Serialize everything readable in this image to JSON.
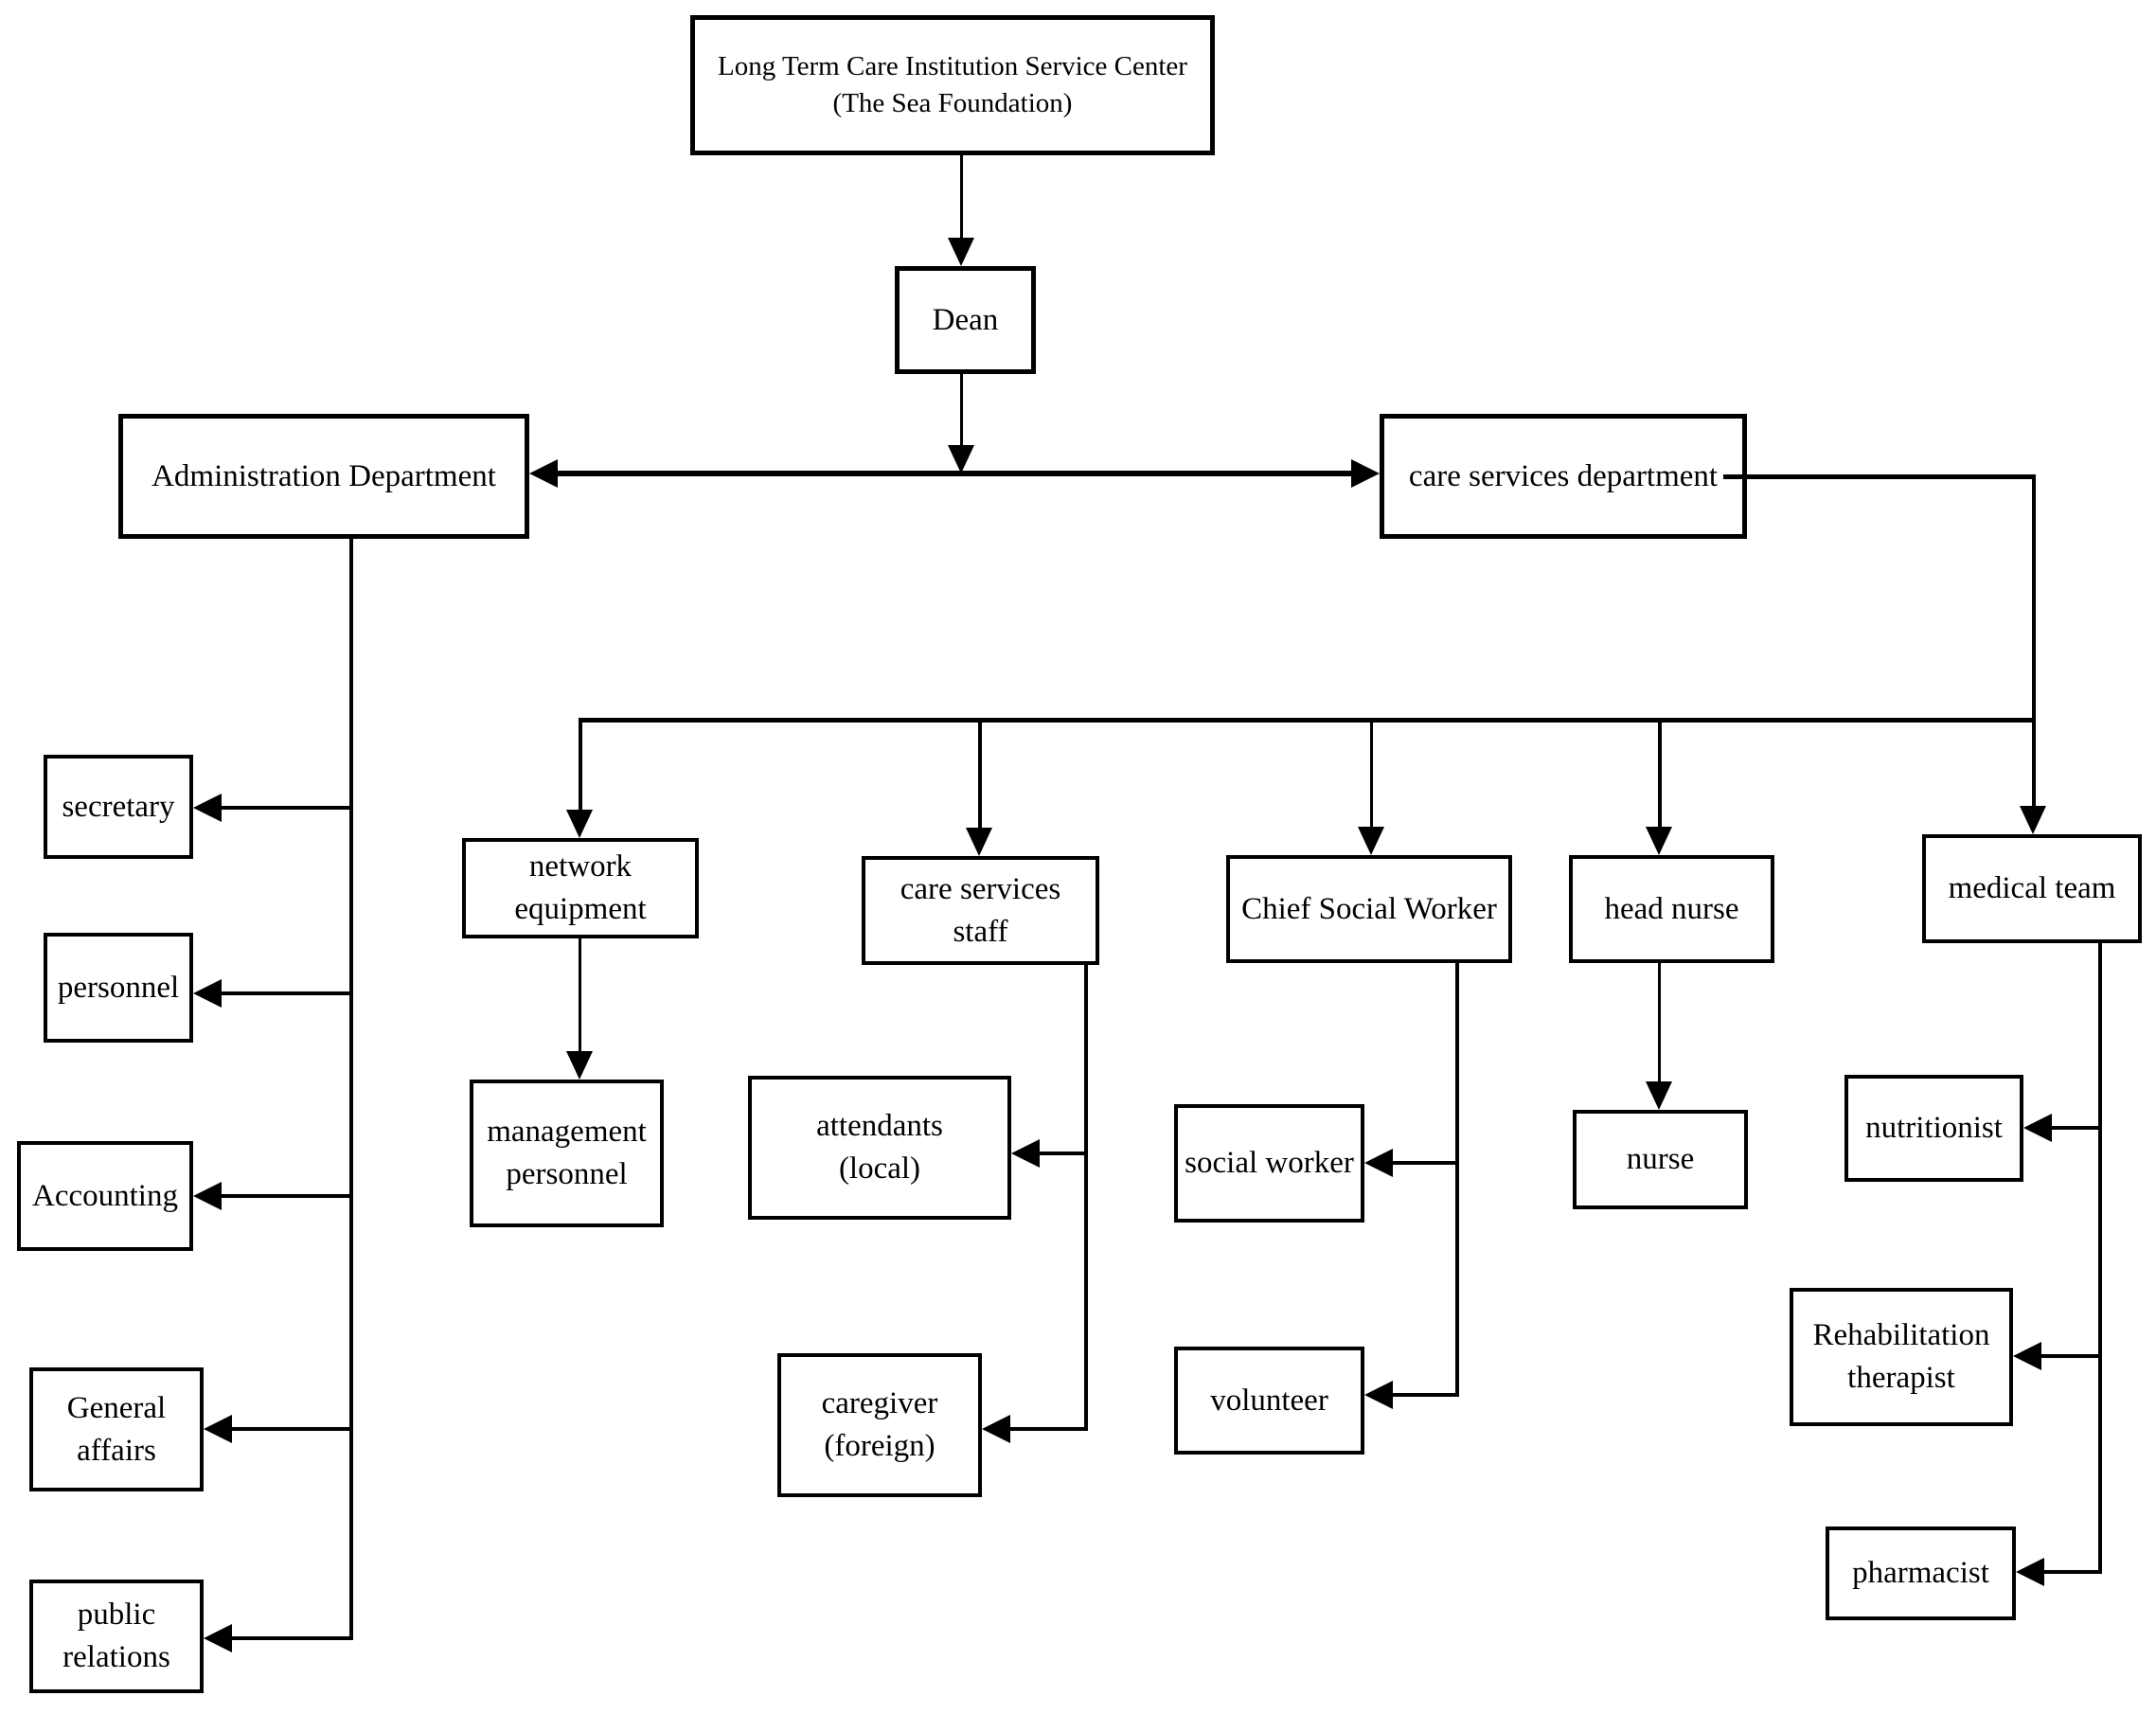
{
  "diagram": {
    "type": "org-chart",
    "colors": {
      "line": "#000000",
      "background": "#ffffff",
      "box_fill": "#ffffff",
      "text": "#000000"
    },
    "nodes": {
      "root": {
        "lines": [
          "Long Term Care Institution Service Center",
          "(The Sea Foundation)"
        ]
      },
      "dean": {
        "label": "Dean"
      },
      "admin": {
        "label": "Administration Department"
      },
      "care_dept": {
        "label": "care services department"
      },
      "secretary": {
        "label": "secretary"
      },
      "personnel": {
        "label": "personnel"
      },
      "accounting": {
        "label": "Accounting"
      },
      "general_affairs": {
        "lines": [
          "General",
          "affairs"
        ]
      },
      "public_relations": {
        "lines": [
          "public",
          "relations"
        ]
      },
      "network_equipment": {
        "lines": [
          "network",
          "equipment"
        ]
      },
      "management_personnel": {
        "lines": [
          "management",
          "personnel"
        ]
      },
      "care_staff": {
        "lines": [
          "care services",
          "staff"
        ]
      },
      "attendants": {
        "lines": [
          "attendants",
          "(local)"
        ]
      },
      "caregiver": {
        "lines": [
          "caregiver",
          "(foreign)"
        ]
      },
      "chief_social_worker": {
        "label": "Chief Social Worker"
      },
      "social_worker": {
        "label": "social worker"
      },
      "volunteer": {
        "label": "volunteer"
      },
      "head_nurse": {
        "label": "head nurse"
      },
      "nurse": {
        "label": "nurse"
      },
      "medical_team": {
        "label": "medical team"
      },
      "nutritionist": {
        "label": "nutritionist"
      },
      "rehabilitation_therapist": {
        "lines": [
          "Rehabilitation",
          "therapist"
        ]
      },
      "pharmacist": {
        "label": "pharmacist"
      }
    },
    "edges": [
      {
        "from": "root",
        "to": "dean"
      },
      {
        "from": "dean",
        "to": "admin"
      },
      {
        "from": "dean",
        "to": "care_dept"
      },
      {
        "from": "admin",
        "to": "secretary"
      },
      {
        "from": "admin",
        "to": "personnel"
      },
      {
        "from": "admin",
        "to": "accounting"
      },
      {
        "from": "admin",
        "to": "general_affairs"
      },
      {
        "from": "admin",
        "to": "public_relations"
      },
      {
        "from": "care_dept",
        "to": "network_equipment"
      },
      {
        "from": "care_dept",
        "to": "care_staff"
      },
      {
        "from": "care_dept",
        "to": "chief_social_worker"
      },
      {
        "from": "care_dept",
        "to": "head_nurse"
      },
      {
        "from": "care_dept",
        "to": "medical_team"
      },
      {
        "from": "network_equipment",
        "to": "management_personnel"
      },
      {
        "from": "care_staff",
        "to": "attendants"
      },
      {
        "from": "care_staff",
        "to": "caregiver"
      },
      {
        "from": "chief_social_worker",
        "to": "social_worker"
      },
      {
        "from": "chief_social_worker",
        "to": "volunteer"
      },
      {
        "from": "head_nurse",
        "to": "nurse"
      },
      {
        "from": "medical_team",
        "to": "nutritionist"
      },
      {
        "from": "medical_team",
        "to": "rehabilitation_therapist"
      },
      {
        "from": "medical_team",
        "to": "pharmacist"
      }
    ]
  }
}
